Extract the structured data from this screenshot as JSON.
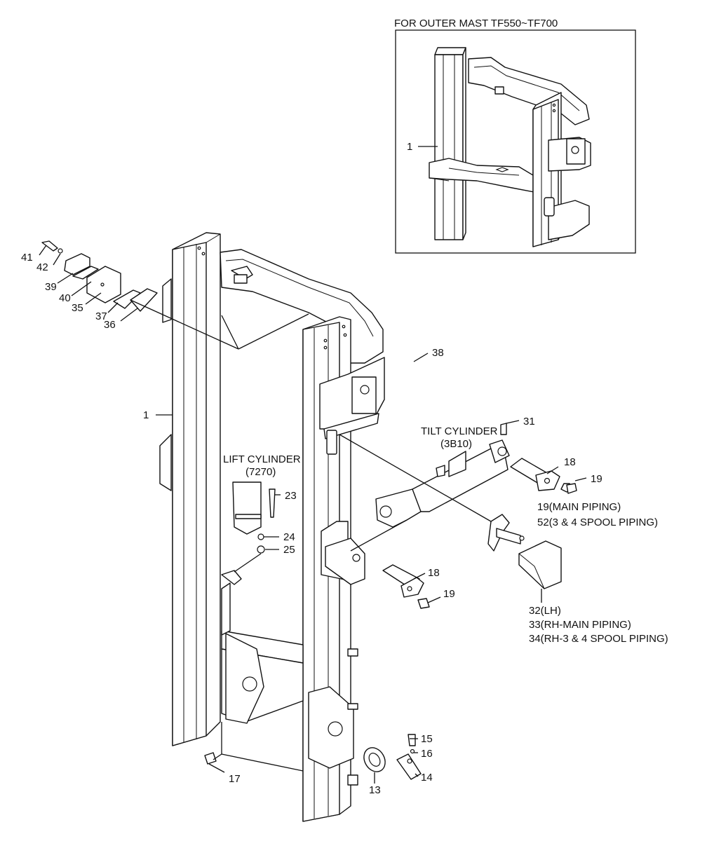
{
  "inset": {
    "title": "FOR OUTER MAST TF550~TF700",
    "label_1": "1"
  },
  "subassemblies": {
    "lift_cylinder": "LIFT CYLINDER",
    "lift_cylinder_code": "(7270)",
    "tilt_cylinder": "TILT CYLINDER",
    "tilt_cylinder_code": "(3B10)"
  },
  "callouts": {
    "p1": "1",
    "p41": "41",
    "p42": "42",
    "p39": "39",
    "p40": "40",
    "p35": "35",
    "p37": "37",
    "p36": "36",
    "p38": "38",
    "p31": "31",
    "p18a": "18",
    "p19a": "19",
    "p19_main": "19(MAIN PIPING)",
    "p52": "52(3 & 4 SPOOL PIPING)",
    "p23": "23",
    "p24": "24",
    "p25": "25",
    "p18b": "18",
    "p19b": "19",
    "p32": "32(LH)",
    "p33": "33(RH-MAIN PIPING)",
    "p34": "34(RH-3 & 4 SPOOL PIPING)",
    "p15": "15",
    "p16": "16",
    "p14": "14",
    "p13": "13",
    "p17": "17"
  }
}
